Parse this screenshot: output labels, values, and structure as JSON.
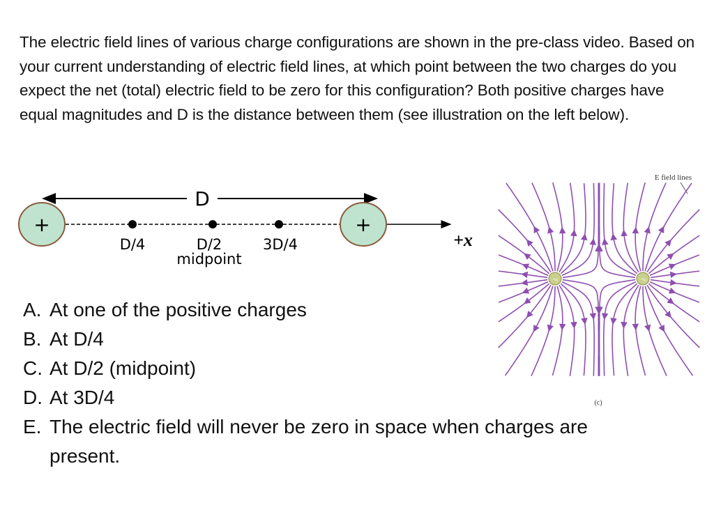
{
  "question": "The electric field lines of various charge configurations are shown in the pre-class video. Based on your current understanding of electric field lines,  at which point between the two charges do you expect the net (total) electric field to be zero for this configuration? Both positive charges have equal magnitudes and D is the distance between them (see illustration on the left below).",
  "diagram": {
    "distance_label": "D",
    "charge_sign": "+",
    "points": [
      {
        "label": "D/4"
      },
      {
        "label": "D/2"
      },
      {
        "label": "3D/4"
      }
    ],
    "midpoint_label": "midpoint",
    "axis_label": "+x",
    "colors": {
      "charge_fill": "#bfe3cf",
      "charge_stroke": "#8a5a3a",
      "field_line": "#8e4fb0"
    }
  },
  "field_figure": {
    "title": "E field lines",
    "charge_label": "+q",
    "caption": "(c)"
  },
  "choices": [
    {
      "letter": "A.",
      "text": "At one of the positive charges"
    },
    {
      "letter": "B.",
      "text": "At D/4"
    },
    {
      "letter": "C.",
      "text": "At D/2 (midpoint)"
    },
    {
      "letter": "D.",
      "text": "At 3D/4"
    },
    {
      "letter": "E.",
      "text": "The electric field will never be zero in space when charges are present."
    }
  ]
}
